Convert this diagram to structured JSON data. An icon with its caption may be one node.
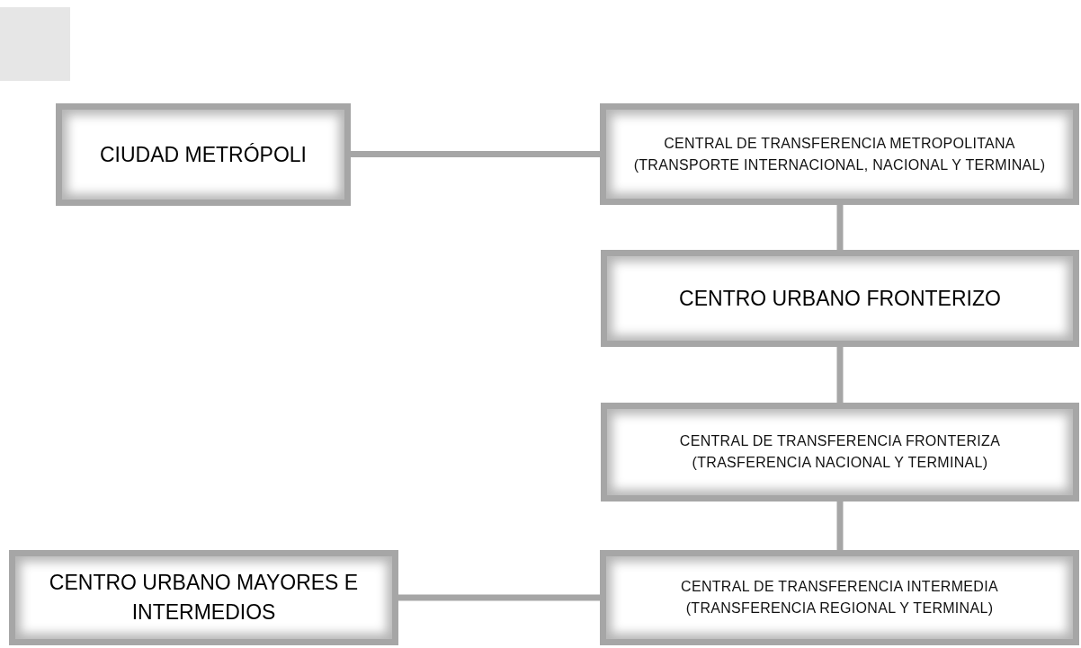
{
  "diagram": {
    "nodes": [
      {
        "text": [
          "CIUDAD METRÓPOLI"
        ]
      },
      {
        "text": [
          "CENTRAL DE TRANSFERENCIA METROPOLITANA (TRANSPORTE INTERNACIONAL, NACIONAL Y TERMINAL)"
        ]
      },
      {
        "text": [
          "CENTRO URBANO FRONTERIZO"
        ]
      },
      {
        "text": [
          "CENTRAL DE TRANSFERENCIA FRONTERIZA (TRASFERENCIA NACIONAL Y TERMINAL)"
        ]
      },
      {
        "text": [
          "CENTRO URBANO MAYORES E INTERMEDIOS"
        ]
      },
      {
        "text": [
          "CENTRAL DE TRANSFERENCIA INTERMEDIA (TRANSFERENCIA REGIONAL Y TERMINAL)"
        ]
      }
    ],
    "edges": [
      {
        "from": 0,
        "to": 1,
        "arrow": "none"
      },
      {
        "from": 1,
        "to": 2,
        "arrow": "none"
      },
      {
        "from": 2,
        "to": 3,
        "arrow": "none"
      },
      {
        "from": 3,
        "to": 5,
        "arrow": "none"
      },
      {
        "from": 4,
        "to": 5,
        "arrow": "none"
      }
    ]
  }
}
